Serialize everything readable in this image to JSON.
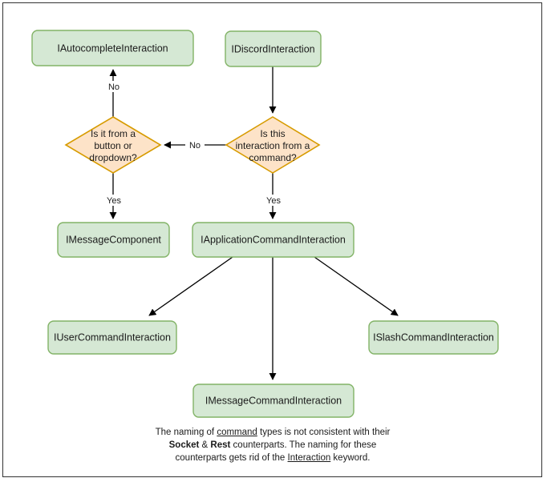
{
  "diagram": {
    "title": "Discord Interaction type hierarchy flowchart",
    "colors": {
      "node_fill": "#d5e8d4",
      "node_stroke": "#82b366",
      "decision_fill": "#fde3c8",
      "decision_stroke": "#d79b00",
      "edge": "#000000",
      "frame": "#333333",
      "background": "#ffffff"
    },
    "nodes": {
      "autocomplete": "IAutocompleteInteraction",
      "discord": "IDiscordInteraction",
      "decision_button": "Is it from a button or dropdown?",
      "decision_button_lines": [
        "Is it from a",
        "button or",
        "dropdown?"
      ],
      "decision_command": "Is this interaction from a command?",
      "decision_command_lines": [
        "Is this",
        "interaction from a",
        "command?"
      ],
      "message_component": "IMessageComponent",
      "application_command": "IApplicationCommandInteraction",
      "user_command": "IUserCommandInteraction",
      "slash_command": "ISlashCommandInteraction",
      "message_command": "IMessageCommandInteraction"
    },
    "edge_labels": {
      "no_up": "No",
      "no_left": "No",
      "yes_left": "Yes",
      "yes_right": "Yes"
    },
    "caption": {
      "line1_a": "The naming of ",
      "line1_underline": "command",
      "line1_b": " types is not consistent with their",
      "line2_bold1": "Socket",
      "line2_amp": " & ",
      "line2_bold2": "Rest",
      "line2_rest": " counterparts. The naming for these",
      "line3_a": "counterparts gets rid of the ",
      "line3_underline": "Interaction",
      "line3_b": " keyword."
    }
  }
}
